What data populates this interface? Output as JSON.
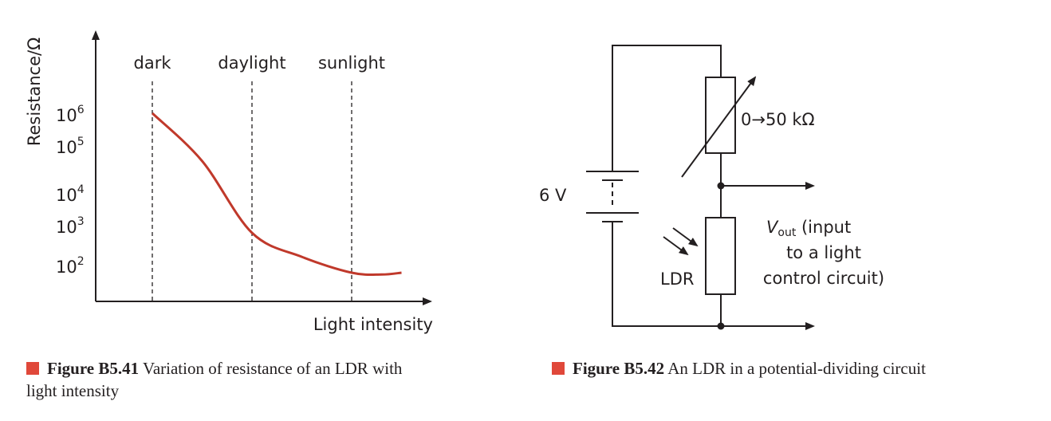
{
  "figure1": {
    "marker_color": "#e0483a",
    "caption_label": "Figure B5.41",
    "caption_text": " Variation of resistance of an LDR with",
    "caption_text_line2": "light intensity",
    "chart_data": {
      "type": "line",
      "y_scale": "log",
      "ylabel": "Resistance/Ω",
      "xlabel": "Light intensity",
      "y_ticks": [
        {
          "base": "10",
          "exp": "6"
        },
        {
          "base": "10",
          "exp": "5"
        },
        {
          "base": "10",
          "exp": "4"
        },
        {
          "base": "10",
          "exp": "3"
        },
        {
          "base": "10",
          "exp": "2"
        }
      ],
      "markers": [
        "dark",
        "daylight",
        "sunlight"
      ],
      "series": [
        {
          "color": "#c0392b",
          "points": [
            {
              "x": 0.0,
              "y": 1000000
            },
            {
              "x": 0.5,
              "y": 63000
            },
            {
              "x": 1.0,
              "y": 1000
            },
            {
              "x": 1.5,
              "y": 250
            },
            {
              "x": 2.0,
              "y": 100
            },
            {
              "x": 2.3,
              "y": 90
            },
            {
              "x": 2.5,
              "y": 100
            }
          ]
        }
      ]
    }
  },
  "figure2": {
    "caption_label": "Figure B5.42",
    "caption_text": " An LDR in a potential-dividing circuit",
    "labels": {
      "variable_resistor": "0→50 kΩ",
      "battery": "6 V",
      "vout_symbol": "V",
      "vout_subscript": "out",
      "vout_line1": " (input",
      "vout_line2": "to a light",
      "vout_line3": "control circuit)",
      "ldr": "LDR"
    }
  }
}
